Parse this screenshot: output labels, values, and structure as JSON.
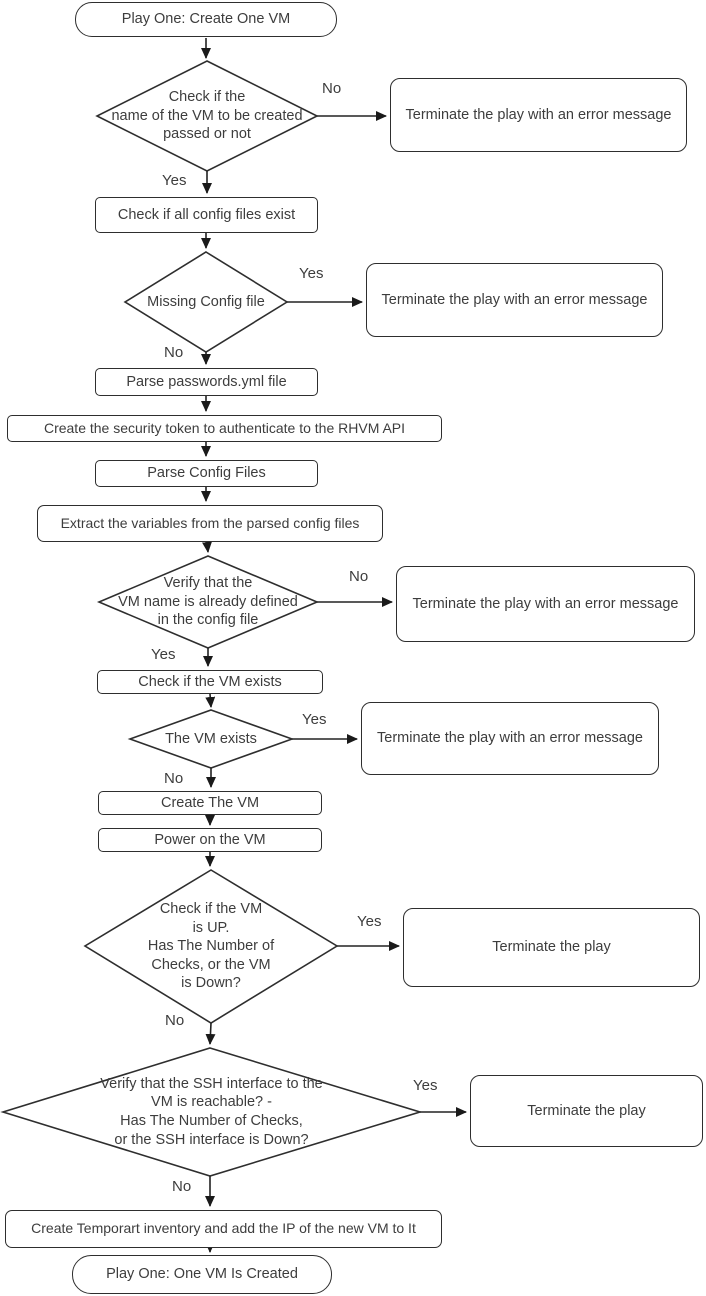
{
  "flowchart": {
    "nodes": {
      "start": {
        "label": "Play One: Create  One VM",
        "type": "terminator"
      },
      "d1": {
        "label": "Check if the\nname of the VM to be created\npassed or not",
        "type": "decision"
      },
      "t1": {
        "label": "Terminate the play with an error message",
        "type": "terminator"
      },
      "p1": {
        "label": "Check if all config files exist",
        "type": "process"
      },
      "d2": {
        "label": "Missing Config file",
        "type": "decision"
      },
      "t2": {
        "label": "Terminate the play with an error message",
        "type": "terminator"
      },
      "p2": {
        "label": "Parse passwords.yml file",
        "type": "process"
      },
      "p3": {
        "label": "Create the security token to authenticate to the RHVM API",
        "type": "process"
      },
      "p4": {
        "label": "Parse Config Files",
        "type": "process"
      },
      "p5": {
        "label": "Extract the variables from the parsed config files",
        "type": "process"
      },
      "d3": {
        "label": "Verify that the\nVM name is already defined\nin the config file",
        "type": "decision"
      },
      "t3": {
        "label": "Terminate the play with an error message",
        "type": "terminator"
      },
      "p6": {
        "label": "Check if the VM exists",
        "type": "process"
      },
      "d4": {
        "label": "The VM exists",
        "type": "decision"
      },
      "t4": {
        "label": "Terminate the play with an error message",
        "type": "terminator"
      },
      "p7": {
        "label": "Create The VM",
        "type": "process"
      },
      "p8": {
        "label": "Power on the VM",
        "type": "process"
      },
      "d5": {
        "label": "Check if the VM\nis UP.\nHas The Number of\nChecks, or the VM\nis Down?",
        "type": "decision"
      },
      "t5": {
        "label": "Terminate the play",
        "type": "terminator"
      },
      "d6": {
        "label": "Verify that the SSH interface to the\nVM is reachable? -\nHas The Number of Checks,\nor the SSH interface is Down?",
        "type": "decision"
      },
      "t6": {
        "label": "Terminate the play",
        "type": "terminator"
      },
      "p9": {
        "label": "Create Temporart inventory and add the IP of the new VM to It",
        "type": "process"
      },
      "end": {
        "label": "Play One: One VM Is Created",
        "type": "terminator"
      }
    },
    "edge_labels": {
      "d1_no": "No",
      "d1_yes": "Yes",
      "d2_yes": "Yes",
      "d2_no": "No",
      "d3_no": "No",
      "d3_yes": "Yes",
      "d4_yes": "Yes",
      "d4_no": "No",
      "d5_yes": "Yes",
      "d5_no": "No",
      "d6_yes": "Yes",
      "d6_no": "No"
    },
    "colors": {
      "stroke": "#2e2e2e",
      "text": "#3d3d3d",
      "background": "#ffffff"
    }
  }
}
